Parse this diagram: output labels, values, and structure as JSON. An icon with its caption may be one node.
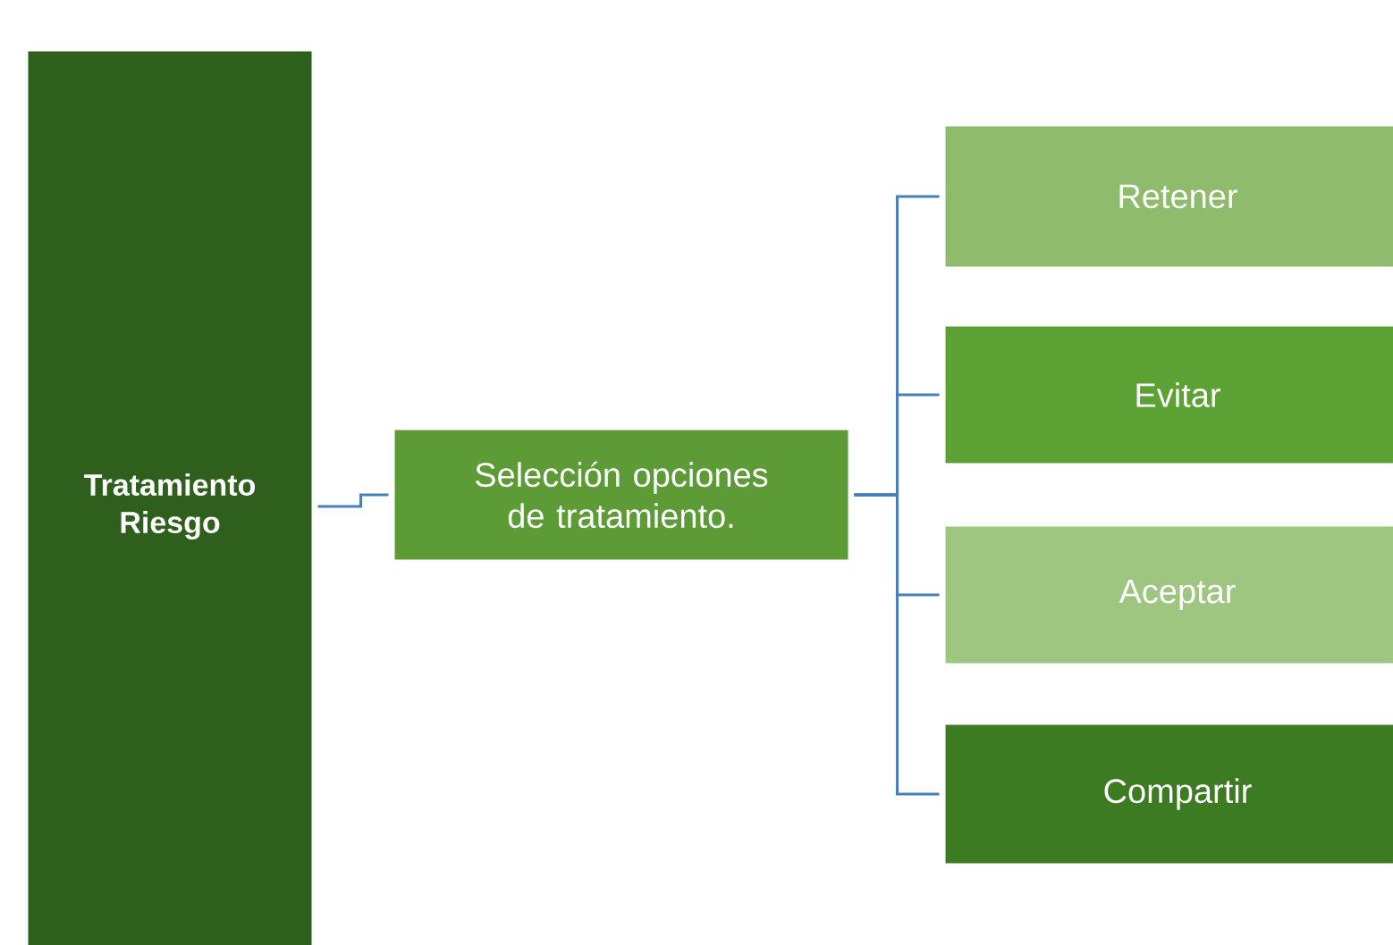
{
  "diagram": {
    "nodes": [
      {
        "text": [
          "Tratamiento Riesgo"
        ]
      },
      {
        "text": [
          "Selección opciones de tratamiento."
        ]
      },
      {
        "text": [
          "Retener"
        ]
      },
      {
        "text": [
          "Evitar"
        ]
      },
      {
        "text": [
          "Aceptar"
        ]
      },
      {
        "text": [
          "Compartir"
        ]
      }
    ],
    "edges": [
      {
        "from": 0,
        "to": 1,
        "arrow": "none"
      },
      {
        "from": 1,
        "to": 2,
        "arrow": "none"
      },
      {
        "from": 1,
        "to": 3,
        "arrow": "none"
      },
      {
        "from": 1,
        "to": 4,
        "arrow": "none"
      },
      {
        "from": 1,
        "to": 5,
        "arrow": "none"
      }
    ]
  }
}
